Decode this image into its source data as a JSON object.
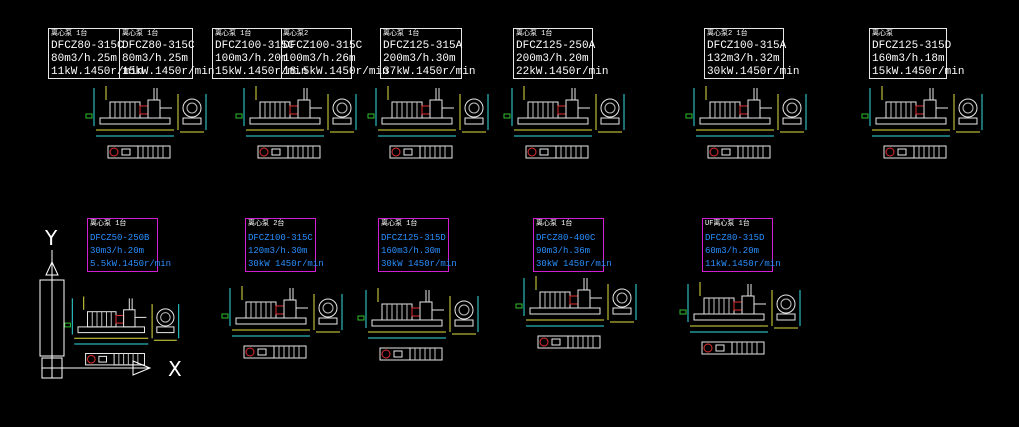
{
  "colors": {
    "background": "#000000",
    "white_text": "#ffffff",
    "white_box": "#e8e8e8",
    "magenta_box": "#d01fd0",
    "blue_text": "#2a8fff",
    "yellow_dim": "#e0e040",
    "cyan_dim": "#30e0e0",
    "red_part": "#e03030",
    "green_part": "#30c030"
  },
  "top_row": [
    {
      "columns": [
        {
          "title": "离心泵 1台",
          "lines": [
            "DFCZ80-315C",
            "80m3/h.25m",
            "11kW.1450r/min"
          ]
        },
        {
          "title": "离心泵 1台",
          "lines": [
            "DFCZ80-315C",
            "80m3/h.25m",
            "15kW.1450r/min"
          ]
        }
      ]
    },
    {
      "columns": [
        {
          "title": "离心泵 1台",
          "lines": [
            "DFCZ100-315C",
            "100m3/h.20m",
            "15kW.1450r/min"
          ]
        },
        {
          "title": "离心泵2",
          "lines": [
            "DFCZ100-315C",
            "100m3/h.26m",
            "18.5kW.1450r/min"
          ]
        }
      ]
    },
    {
      "columns": [
        {
          "title": "离心泵 1台",
          "lines": [
            "DFCZ125-315A",
            "200m3/h.30m",
            "37kW.1450r/min"
          ]
        }
      ]
    },
    {
      "columns": [
        {
          "title": "离心泵 1台",
          "lines": [
            "DFCZ125-250A",
            "200m3/h.20m",
            "22kW.1450r/min"
          ]
        }
      ]
    },
    {
      "columns": [
        {
          "title": "离心泵2 1台",
          "lines": [
            "DFCZ100-315A",
            "132m3/h.32m",
            "30kW.1450r/min"
          ]
        }
      ]
    },
    {
      "columns": [
        {
          "title": "离心泵",
          "lines": [
            "DFCZ125-315D",
            "160m3/h.18m",
            "15kW.1450r/min"
          ]
        }
      ]
    }
  ],
  "bottom_row": [
    {
      "title": "离心泵 1台",
      "lines": [
        "DFCZ50-250B",
        "30m3/h.20m",
        "5.5kW.1450r/min"
      ]
    },
    {
      "title": "离心泵 2台",
      "lines": [
        "DFCZ100-315C",
        "120m3/h.30m",
        "30kW 1450r/min"
      ]
    },
    {
      "title": "离心泵 1台",
      "lines": [
        "DFCZ125-315D",
        "160m3/h.30m",
        "30kW 1450r/min"
      ]
    },
    {
      "title": "离心泵 1台",
      "lines": [
        "DFCZ80-400C",
        "90m3/h.36m",
        "30kW 1450r/min"
      ]
    },
    {
      "title": "UF离心泵 1台",
      "lines": [
        "DFCZ80-315D",
        "60m3/h.20m",
        "11kW.1450r/min"
      ]
    }
  ],
  "ucs": {
    "y_label": "Y",
    "x_label": "X"
  }
}
